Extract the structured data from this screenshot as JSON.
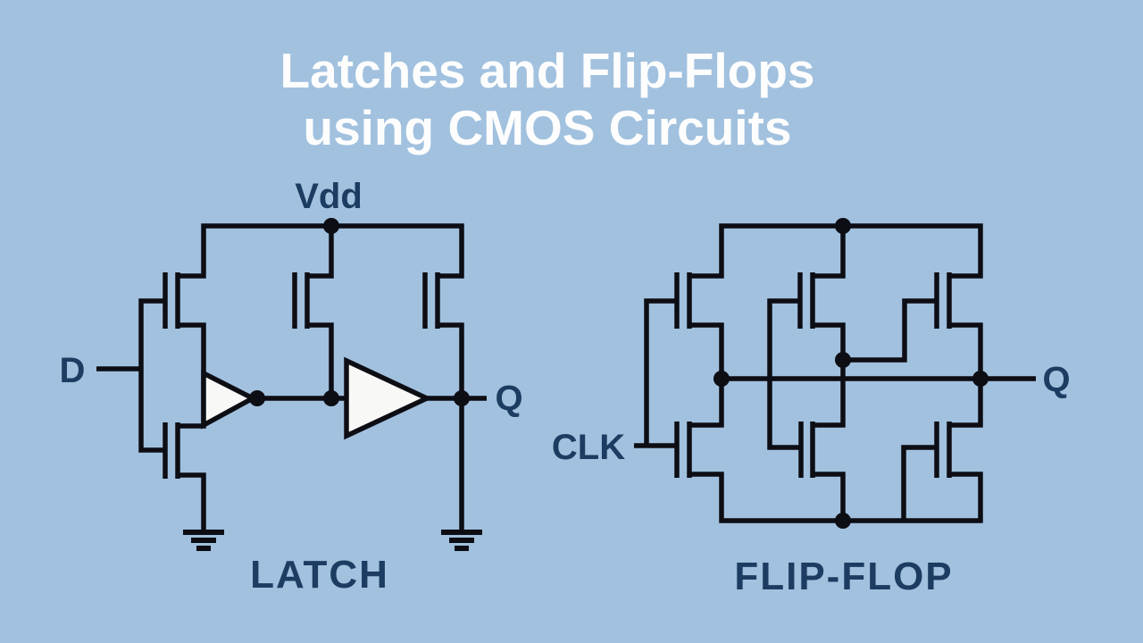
{
  "colors": {
    "bg": "#a1c1df",
    "ink": "#0d0d14",
    "navy": "#1d3c61",
    "title": "#fdfdfd",
    "buffer_fill": "#f8f8f7"
  },
  "title": {
    "line1": "Latches and Flip-Flops",
    "line2": "using CMOS Circuits"
  },
  "latch": {
    "caption": "LATCH",
    "vdd_label": "Vdd",
    "d_label": "D",
    "q_label": "Q"
  },
  "flipflop": {
    "caption": "FLIP-FLOP",
    "clk_label": "CLK",
    "q_label": "Q"
  }
}
